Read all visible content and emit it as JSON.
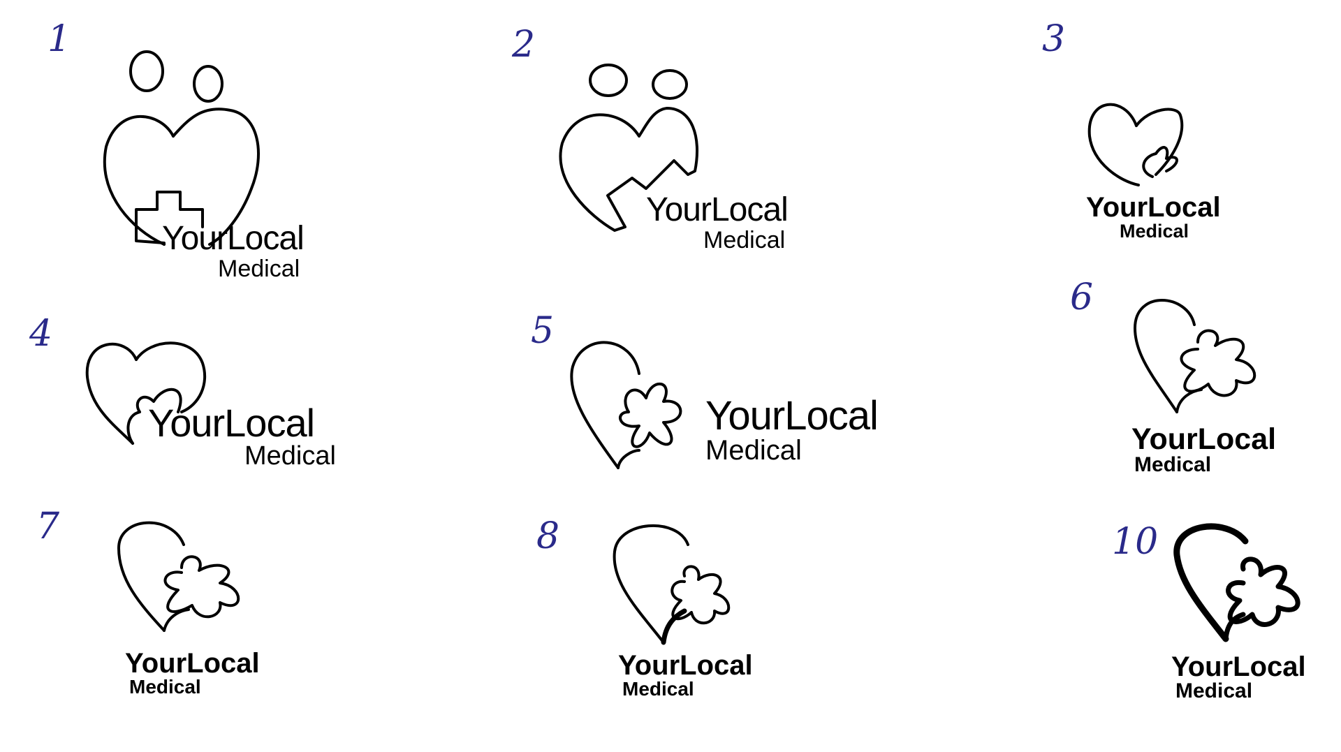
{
  "concepts": [
    {
      "number": "1",
      "brand_line1": "YourLocal",
      "brand_line2": "Medical"
    },
    {
      "number": "2",
      "brand_line1": "YourLocal",
      "brand_line2": "Medical"
    },
    {
      "number": "3",
      "brand_line1": "YourLocal",
      "brand_line2": "Medical"
    },
    {
      "number": "4",
      "brand_line1": "YourLocal",
      "brand_line2": "Medical"
    },
    {
      "number": "5",
      "brand_line1": "YourLocal",
      "brand_line2": "Medical"
    },
    {
      "number": "6",
      "brand_line1": "YourLocal",
      "brand_line2": "Medical"
    },
    {
      "number": "7",
      "brand_line1": "YourLocal",
      "brand_line2": "Medical"
    },
    {
      "number": "8",
      "brand_line1": "YourLocal",
      "brand_line2": "Medical"
    },
    {
      "number": "10",
      "brand_line1": "YourLocal",
      "brand_line2": "Medical"
    }
  ],
  "colors": {
    "number_ink": "#2a2a8a",
    "logo_ink": "#000000",
    "background": "#ffffff"
  }
}
